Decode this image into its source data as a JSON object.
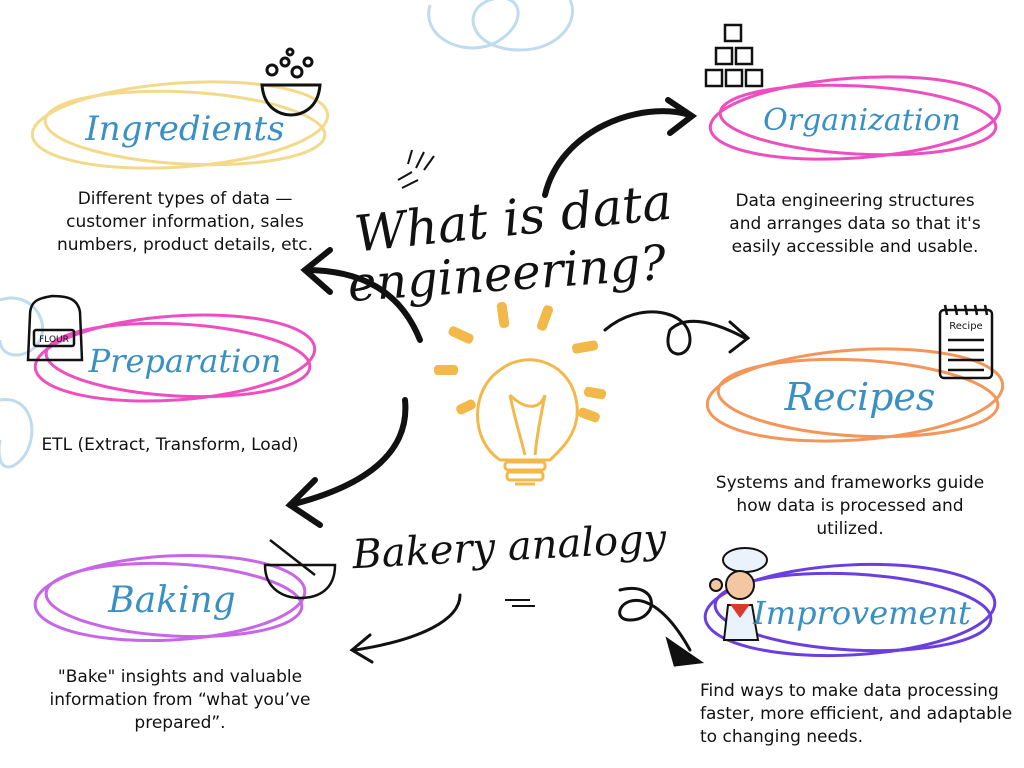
{
  "title": {
    "line1": "What is data",
    "line2": "engineering?"
  },
  "subtitle": "Bakery analogy",
  "nodes": [
    {
      "label": "Ingredients",
      "desc": "Different types of data — customer information, sales numbers, product details, etc.",
      "color": "#f3d98a",
      "icon": "bowl-icon"
    },
    {
      "label": "Preparation",
      "desc": "ETL (Extract, Transform, Load)",
      "color": "#ee4fc0",
      "icon": "flour-sack-icon"
    },
    {
      "label": "Baking",
      "desc": "\"Bake\" insights and valuable information from “what you’ve prepared”.",
      "color": "#c866e8",
      "icon": "mixing-bowl-icon"
    },
    {
      "label": "Organization",
      "desc": "Data engineering structures and arranges data so that it's easily accessible and usable.",
      "color": "#ee4fc0",
      "icon": "boxes-icon"
    },
    {
      "label": "Recipes",
      "desc": "Systems and frameworks guide how data is processed and utilized.",
      "color": "#f4965a",
      "icon": "recipe-card-icon"
    },
    {
      "label": "Improvement",
      "desc": "Find ways to make data processing faster, more efficient, and adaptable to changing needs.",
      "color": "#6a3fe0",
      "icon": "chef-icon"
    }
  ],
  "colors": {
    "label_text": "#3a8fc4",
    "ink": "#111111",
    "bulb": "#f2b94a",
    "swirl": "#bfdcef"
  }
}
